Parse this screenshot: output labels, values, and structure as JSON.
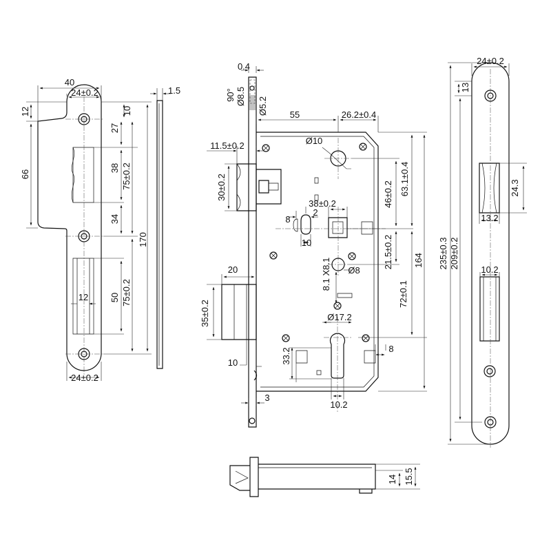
{
  "dims": {
    "strike_40": "40",
    "strike_24_top": "24±0.2",
    "strike_12": "12",
    "strike_66": "66",
    "strike_10": "10",
    "strike_27": "27",
    "strike_38": "38",
    "strike_75_top": "75±0.2",
    "strike_34": "34",
    "strike_170": "170",
    "strike_12_inner": "12",
    "strike_50": "50",
    "strike_75_bottom": "75±0.2",
    "strike_24_bottom": "24±0.2",
    "thickness_1_5": "1.5",
    "angle_90": "90°",
    "hole_8_5": "Ø8.5",
    "hole_5_2": "Ø5.2",
    "offset_0_4": "0.4",
    "backset_55": "55",
    "dim_26_2": "26.2±0.4",
    "dim_11_5": "11.5±0.2",
    "hole_10": "Ø10",
    "latch_30": "30±0.2",
    "dim_46": "46±0.2",
    "dim_63_1": "63.1±0.4",
    "dim_38": "38±0.2",
    "dim_8_left": "8",
    "dim_2": "2",
    "dim_10_follower": "10",
    "follower_8x8_1": "8.1 X8.1",
    "hole_8": "Ø8",
    "dim_21_5": "21.5±0.2",
    "dim_164": "164",
    "bolt_20": "20",
    "bolt_35": "35±0.2",
    "dim_72": "72±0.1",
    "dim_8_1": "8.1",
    "cyl_17_2": "Ø17.2",
    "bolt_10": "10",
    "cyl_33_2": "33.2",
    "dim_8_right": "8",
    "dim_3": "3",
    "cyl_10_2": "10.2",
    "face_24": "24±0.2",
    "face_13": "13",
    "face_24_3": "24.3",
    "face_13_2": "13.2",
    "face_235": "235±0.3",
    "face_209": "209±0.2",
    "face_10_2": "10.2",
    "bottom_14": "14",
    "bottom_15_5": "15.5"
  }
}
